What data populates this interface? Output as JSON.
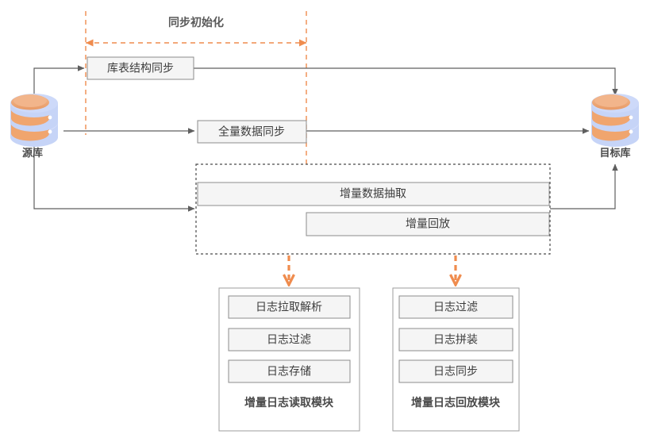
{
  "diagram": {
    "title_annotation": "同步初始化",
    "source_db": {
      "label": "源库",
      "icon": "database-icon"
    },
    "target_db": {
      "label": "目标库",
      "icon": "database-icon"
    },
    "stages": [
      {
        "id": "schema-sync",
        "label": "库表结构同步"
      },
      {
        "id": "full-data-sync",
        "label": "全量数据同步"
      },
      {
        "id": "incremental-extract",
        "label": "增量数据抽取"
      },
      {
        "id": "incremental-replay",
        "label": "增量回放"
      }
    ],
    "modules": [
      {
        "id": "incremental-log-read-module",
        "caption": "增量日志读取模块",
        "steps": [
          "日志拉取解析",
          "日志过滤",
          "日志存储"
        ]
      },
      {
        "id": "incremental-log-replay-module",
        "caption": "增量日志回放模块",
        "steps": [
          "日志过滤",
          "日志拼装",
          "日志同步"
        ]
      }
    ],
    "colors": {
      "accent_orange": "#ef8c4e",
      "box_fill": "#f5f5f5",
      "box_border": "#8c8c8c",
      "line": "#5f5f5f",
      "db_body": "#c6d4f7",
      "db_band": "#f0a56e",
      "text": "#3c3c3c",
      "background": "#ffffff"
    }
  }
}
